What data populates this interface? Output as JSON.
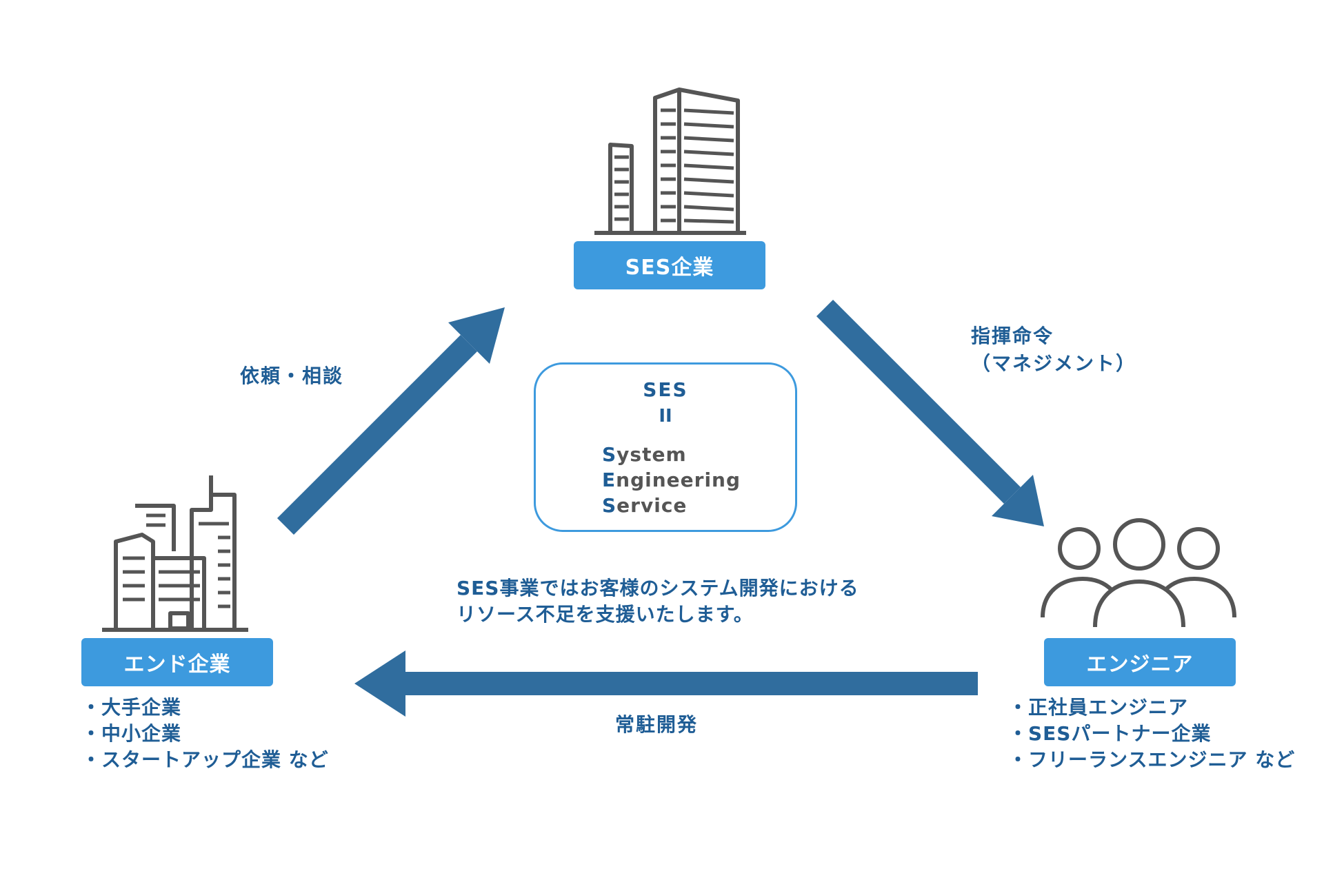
{
  "nodes": {
    "ses_company": {
      "label": "SES企業"
    },
    "end_company": {
      "label": "エンド企業",
      "examples": [
        "大手企業",
        "中小企業",
        "スタートアップ企業 など"
      ]
    },
    "engineer": {
      "label": "エンジニア",
      "examples": [
        "正社員エンジニア",
        "SESパートナー企業",
        "フリーランスエンジニア など"
      ]
    }
  },
  "arrows": {
    "end_to_ses": {
      "label": "依頼・相談"
    },
    "ses_to_engineer": {
      "label_line1": "指揮命令",
      "label_line2": "（マネジメント）"
    },
    "engineer_to_end": {
      "label": "常駐開発"
    }
  },
  "definition": {
    "abbr": "SES",
    "equals": "II",
    "words": [
      {
        "initial": "S",
        "rest": "ystem"
      },
      {
        "initial": "E",
        "rest": "ngineering"
      },
      {
        "initial": "S",
        "rest": "ervice"
      }
    ]
  },
  "description": {
    "line1": "SES事業ではお客様のシステム開発における",
    "line2": "リソース不足を支援いたします。"
  },
  "colors": {
    "arrow": "#306d9e",
    "label_box": "#3d9ade",
    "text_blue": "#1f5d95",
    "icon_gray": "#555555"
  },
  "icons": [
    "office-building-icon",
    "city-buildings-icon",
    "people-group-icon"
  ]
}
